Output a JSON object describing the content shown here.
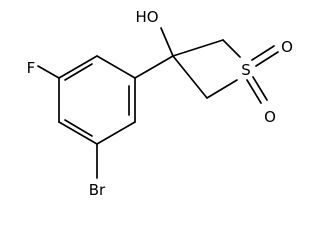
{
  "molecule": {
    "atoms": {
      "hydroxyl": "HO",
      "fluorine": "F",
      "bromine": "Br",
      "sulfur": "S",
      "oxygen_1": "O",
      "oxygen_2": "O"
    }
  }
}
